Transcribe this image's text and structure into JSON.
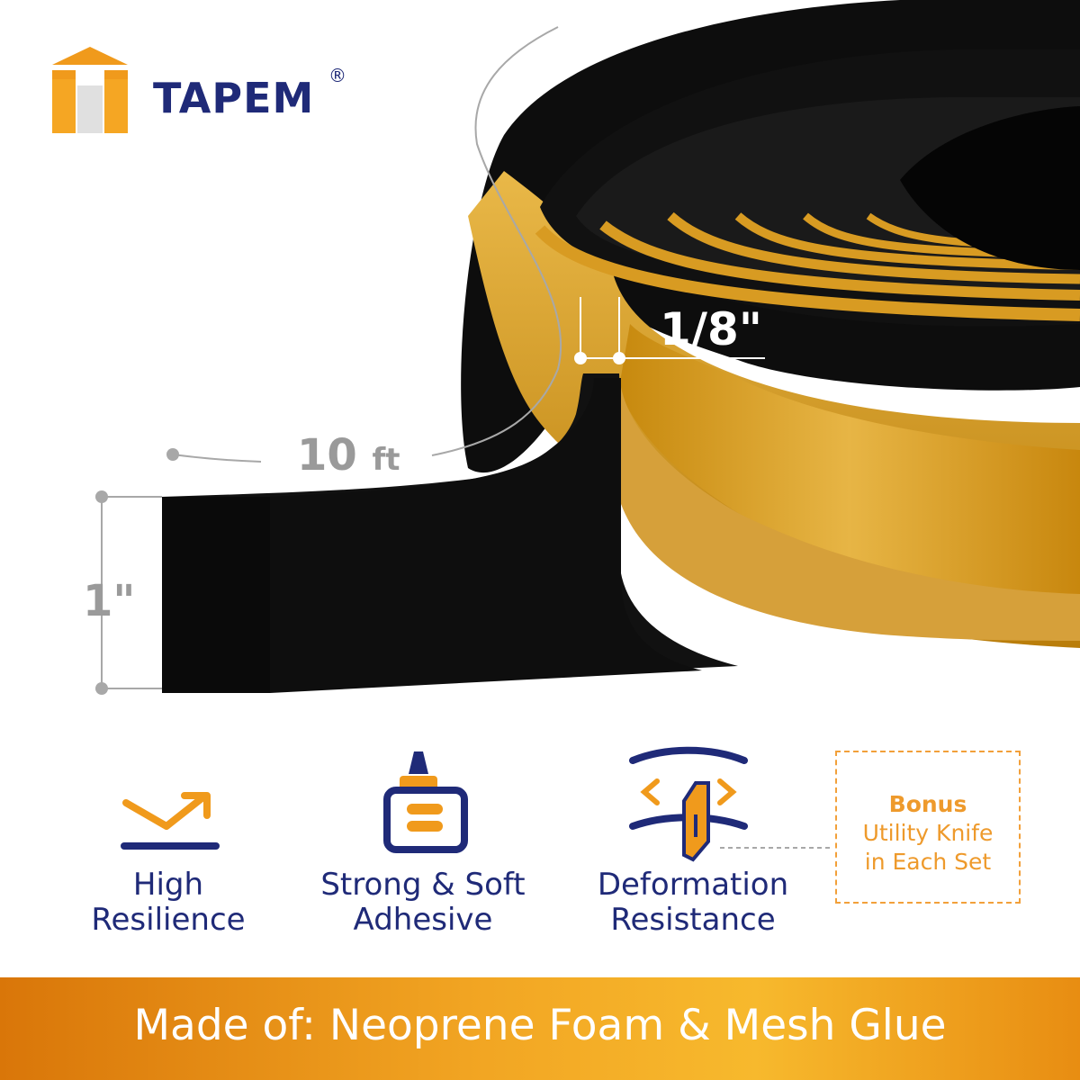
{
  "brand": {
    "name": "TAPEM",
    "registered_mark": "®",
    "primary_color": "#1f2a78",
    "accent_color": "#f09a1c"
  },
  "dimensions": {
    "length_number": "10",
    "length_unit": "ft",
    "height": "1\"",
    "thickness": "1/8\""
  },
  "features": [
    {
      "icon": "resilience-arrow-icon",
      "line1": "High",
      "line2": "Resilience"
    },
    {
      "icon": "glue-bottle-icon",
      "line1": "Strong & Soft",
      "line2": "Adhesive"
    },
    {
      "icon": "deformation-knife-icon",
      "line1": "Deformation",
      "line2": "Resistance"
    }
  ],
  "bonus": {
    "title": "Bonus",
    "line1": "Utility Knife",
    "line2": "in Each Set"
  },
  "footer": {
    "text": "Made of: Neoprene Foam & Mesh Glue"
  }
}
